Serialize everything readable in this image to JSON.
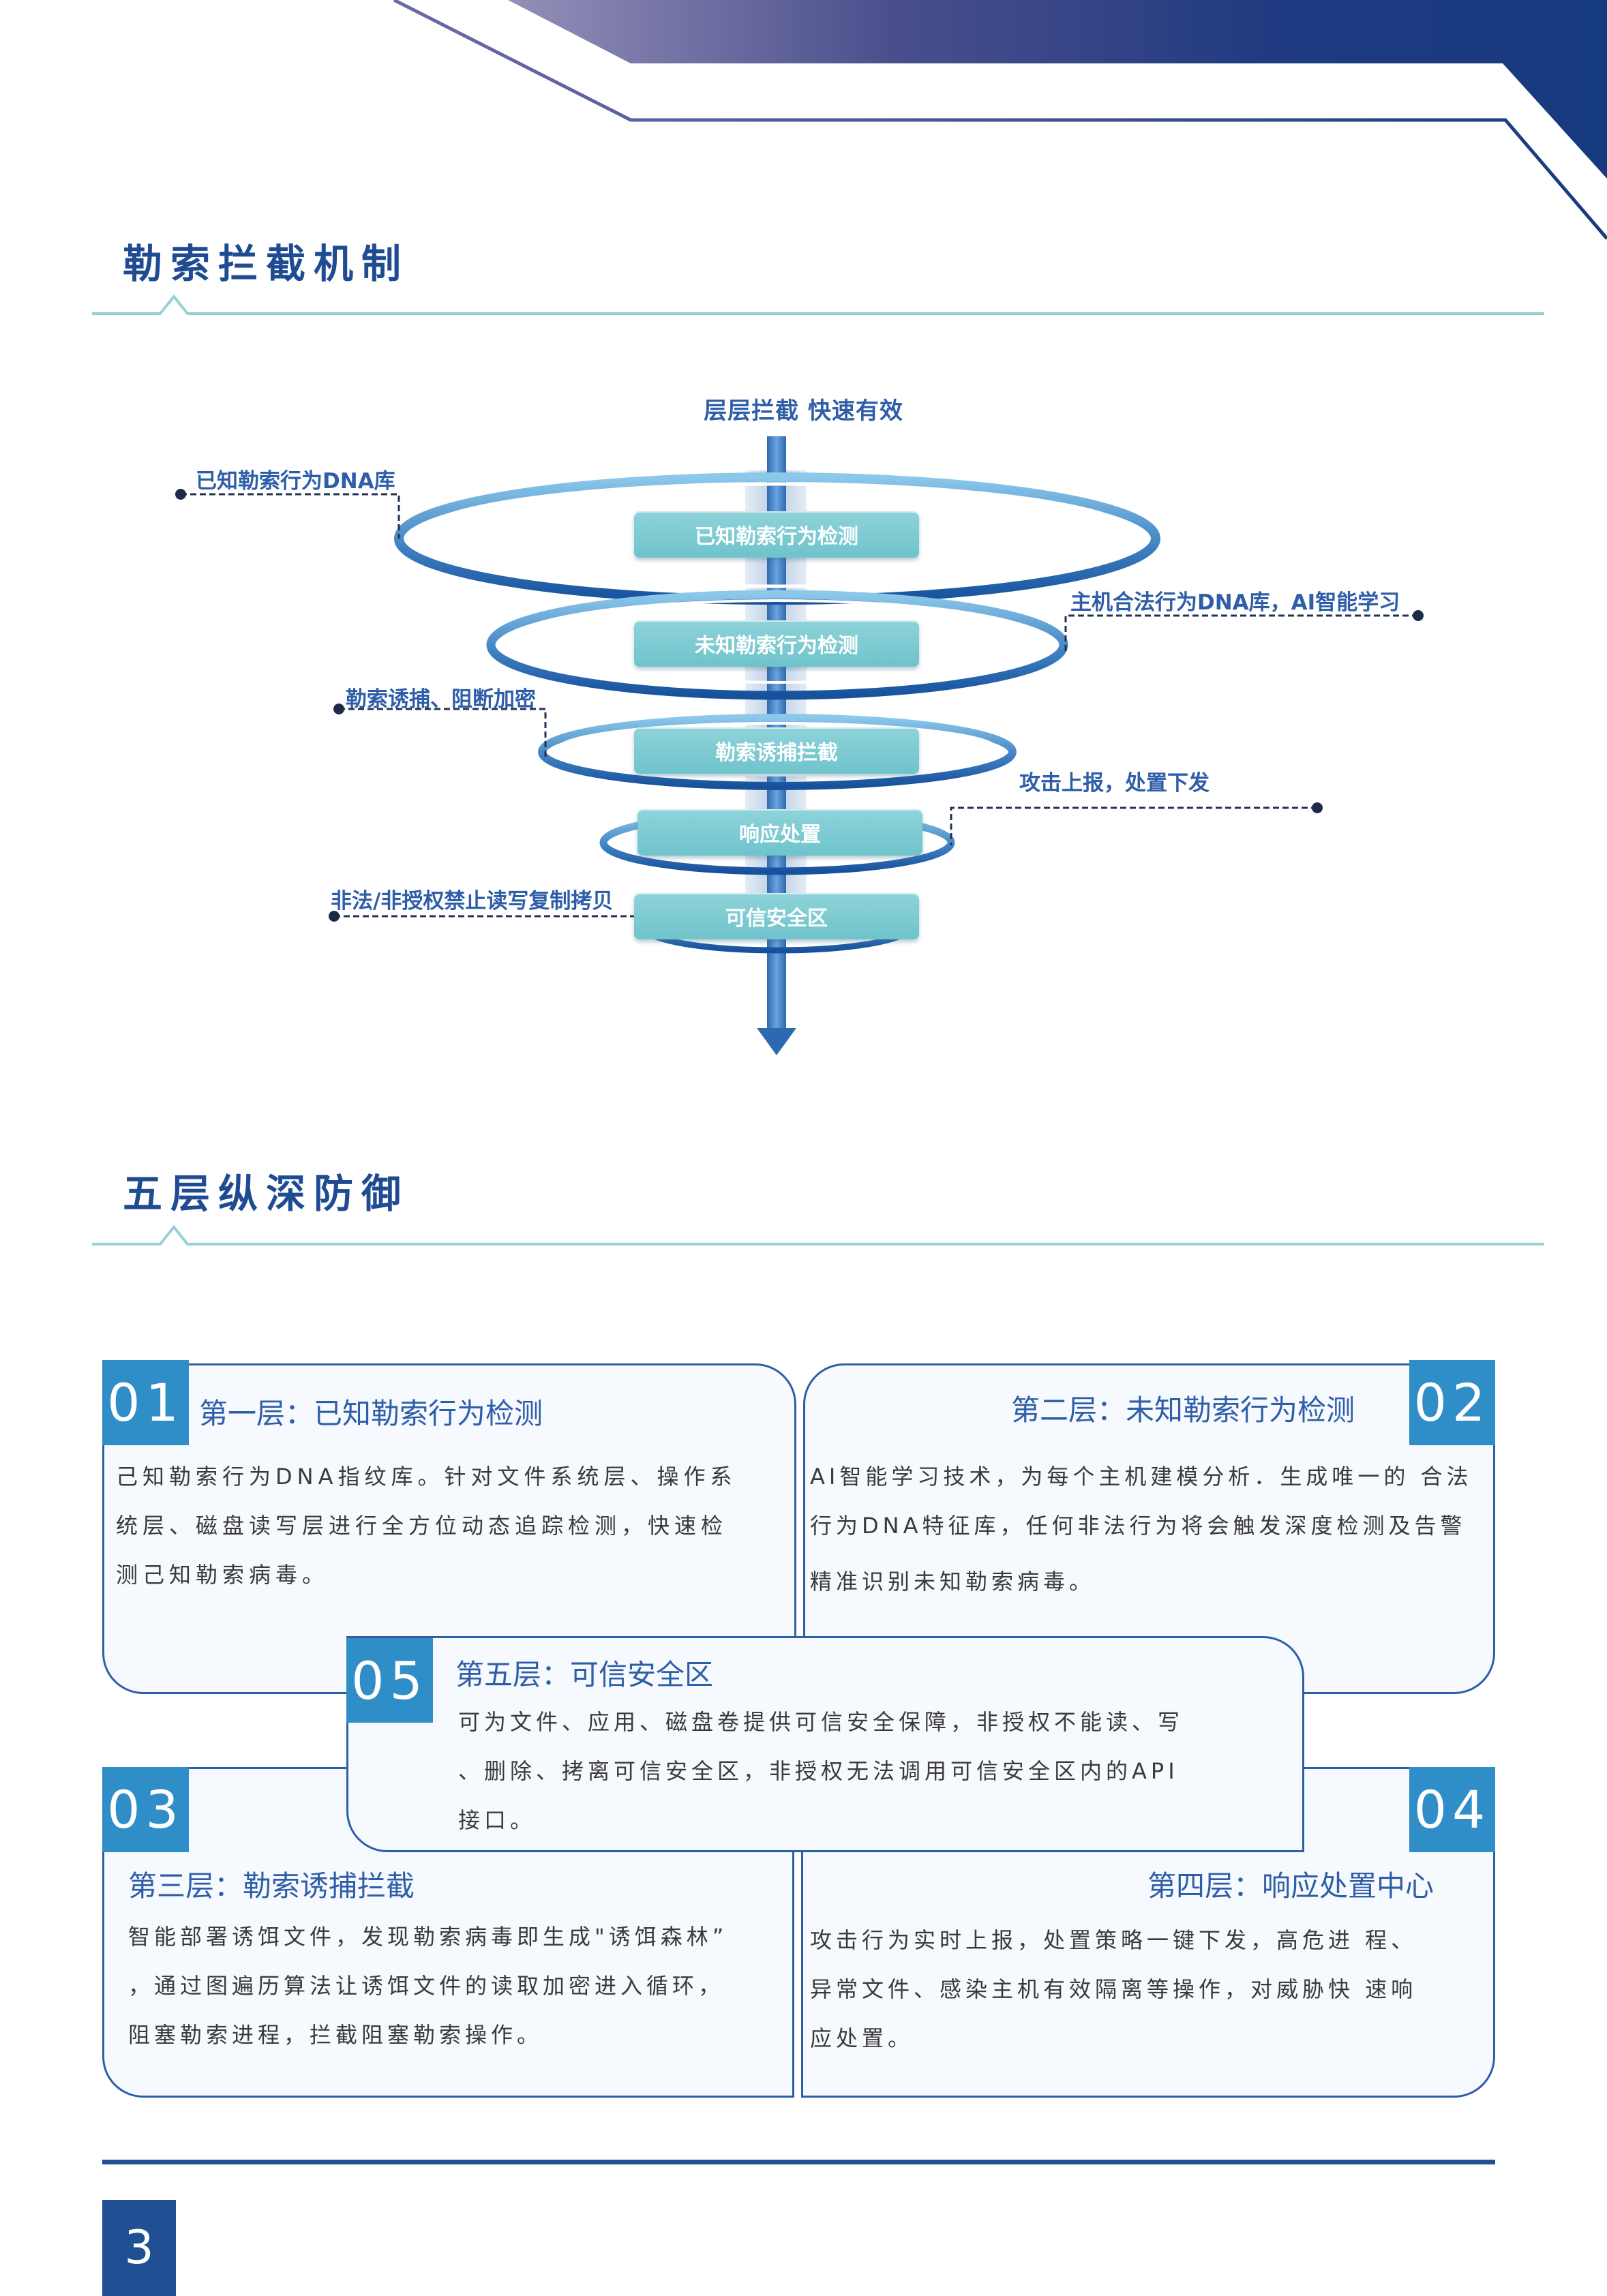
{
  "sections": {
    "mechanism_title": "勒索拦截机制",
    "defense_title": "五层纵深防御"
  },
  "funnel": {
    "tagline": "层层拦截 快速有效",
    "layers": [
      "已知勒索行为检测",
      "未知勒索行为检测",
      "勒索诱捕拦截",
      "响应处置",
      "可信安全区"
    ],
    "callouts": [
      "已知勒索行为DNA库",
      "主机合法行为DNA库，AI智能学习",
      "勒索诱捕、阻断加密",
      "攻击上报，处置下发",
      "非法/非授权禁止读写复制拷贝"
    ]
  },
  "cards": [
    {
      "number": "01",
      "title": "第一层：已知勒索行为检测",
      "lines": [
        "己知勒索行为DNA指纹库。针对文件系统层、操作系",
        "统层、磁盘读写层进行全方位动态追踪检测，快速检",
        "测己知勒索病毒。"
      ]
    },
    {
      "number": "02",
      "title": "第二层：未知勒索行为检测",
      "lines": [
        "AI智能学习技术，为每个主机建模分析．生成唯一的 合法",
        "行为DNA特征库，任何非法行为将会触发深度检测及告警",
        "精准识别未知勒索病毒。"
      ]
    },
    {
      "number": "03",
      "title": "第三层：勒索诱捕拦截",
      "lines": [
        "智能部署诱饵文件，发现勒索病毒即生成\"诱饵森林”",
        "，通过图遍历算法让诱饵文件的读取加密进入循环，",
        "阻塞勒索进程，拦截阻塞勒索操作。"
      ]
    },
    {
      "number": "04",
      "title": "第四层：响应处置中心",
      "lines": [
        "攻击行为实时上报，处置策略一键下发，高危进 程、",
        "异常文件、感染主机有效隔离等操作，对威胁快 速响",
        "应处置。"
      ]
    },
    {
      "number": "05",
      "title": "第五层：可信安全区",
      "lines": [
        "可为文件、应用、磁盘卷提供可信安全保障，非授权不能读、写",
        "、删除、拷离可信安全区，非授权无法调用可信安全区内的API",
        "接口。"
      ]
    }
  ],
  "footer": {
    "page_number": "3"
  },
  "colors": {
    "brand_navy": "#163a7e",
    "title_blue": "#1f4b93",
    "accent_teal": "#8fd3da",
    "badge_blue": "#2f8ec8"
  }
}
